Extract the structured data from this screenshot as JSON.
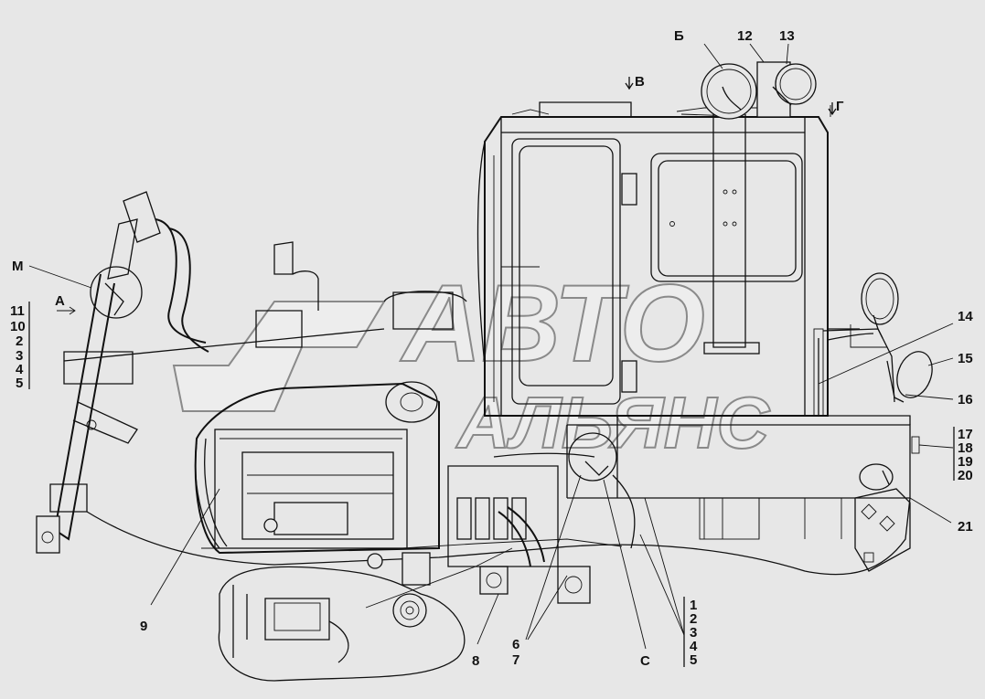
{
  "diagram": {
    "callouts": {
      "c_B": "Б",
      "c_V": "В",
      "c_12": "12",
      "c_13": "13",
      "c_G": "Г",
      "c_M": "М",
      "c_A": "А",
      "c_11": "11",
      "c_10": "10",
      "c_2a": "2",
      "c_3a": "3",
      "c_4a": "4",
      "c_5a": "5",
      "c_14": "14",
      "c_15": "15",
      "c_16": "16",
      "c_17": "17",
      "c_18": "18",
      "c_19": "19",
      "c_20": "20",
      "c_21": "21",
      "c_9": "9",
      "c_8": "8",
      "c_6": "6",
      "c_7": "7",
      "c_C": "С",
      "c_1b": "1",
      "c_2b": "2",
      "c_3b": "3",
      "c_4b": "4",
      "c_5b": "5"
    },
    "watermark": {
      "line1": "АВТО",
      "line2": "АЛЬЯНС"
    }
  }
}
